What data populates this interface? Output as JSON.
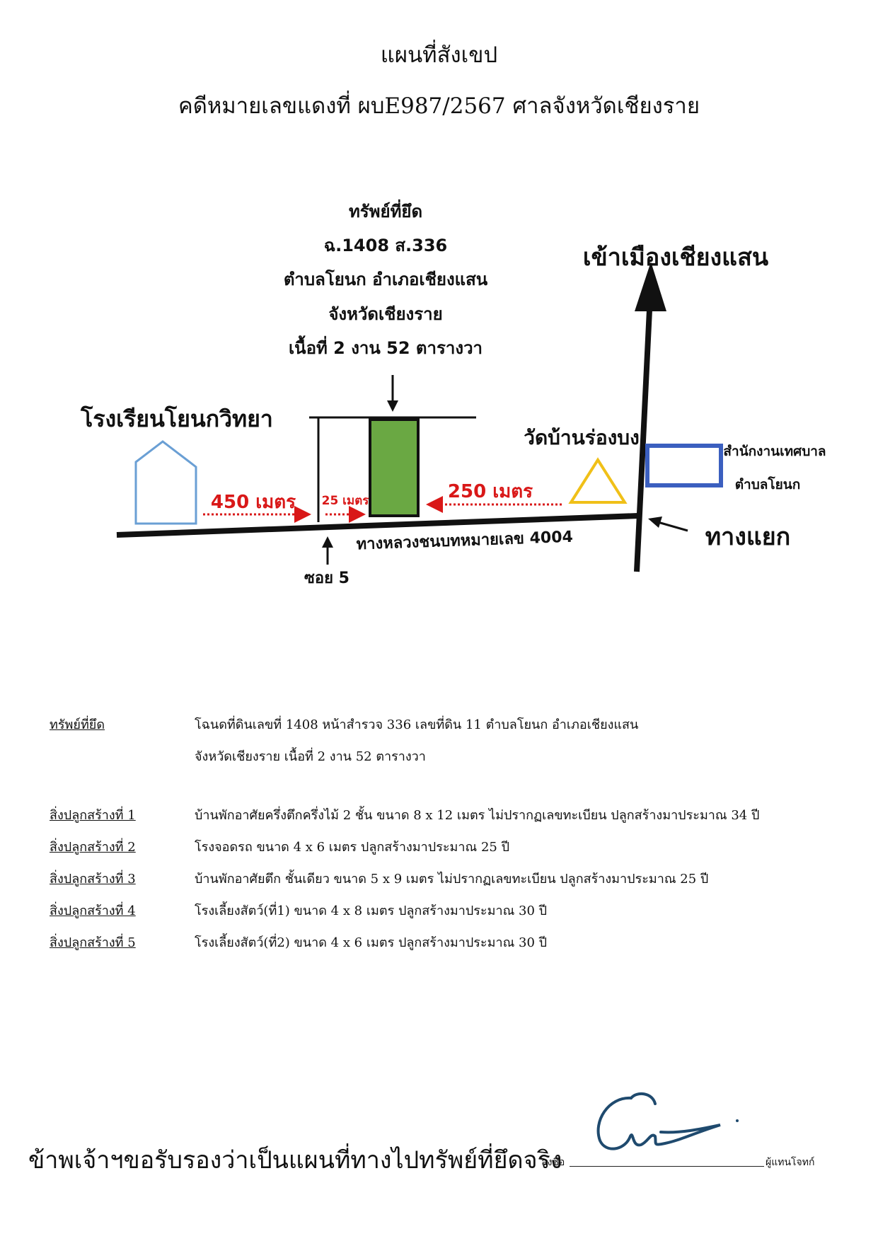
{
  "header": {
    "title": "แผนที่สังเขป",
    "case": "คดีหมายเลขแดงที่ ผบE987/2567  ศาลจังหวัดเชียงราย"
  },
  "map": {
    "seized_title": "ทรัพย์ที่ยึด",
    "seized_deed": "ฉ.1408    ส.336",
    "seized_location": "ตำบลโยนก  อำเภอเชียงแสน",
    "seized_province": "จังหวัดเชียงราย",
    "seized_area": "เนื้อที่  2 งาน 52 ตารางวา",
    "school": "โรงเรียนโยนกวิทยา",
    "temple": "วัดบ้านร่องบง",
    "to_town": "เข้าเมืองเชียงแสน",
    "office_line1": "สำนักงานเทศบาล",
    "office_line2": "ตำบลโยนก",
    "dist_450": "450 เมตร",
    "dist_25": "25 เมตร",
    "dist_250": "250 เมตร",
    "road": "ทางหลวงชนบทหมายเลข 4004",
    "junction": "ทางแยก",
    "soi": "ซอย 5",
    "colors": {
      "plot": "#6aa843",
      "school": "#6a9fd4",
      "temple": "#f0c018",
      "office": "#3b5fbf",
      "distance": "#d91818"
    }
  },
  "details": {
    "asset_label": "ทรัพย์ที่ยึด",
    "asset_line1": "โฉนดที่ดินเลขที่  1408  หน้าสำรวจ  336  เลขที่ดิน 11   ตำบลโยนก   อำเภอเชียงแสน",
    "asset_line2": "จังหวัดเชียงราย    เนื้อที่     2 งาน 52  ตารางวา",
    "buildings": [
      {
        "label": "สิ่งปลูกสร้างที่ 1",
        "desc": "บ้านพักอาศัยครึ่งตึกครึ่งไม้ 2 ชั้น   ขนาด  8 x 12  เมตร  ไม่ปรากฏเลขทะเบียน   ปลูกสร้างมาประมาณ 34  ปี"
      },
      {
        "label": "สิ่งปลูกสร้างที่ 2",
        "desc": "โรงจอดรถ   ขนาด  4 x 6  เมตร         ปลูกสร้างมาประมาณ 25  ปี"
      },
      {
        "label": "สิ่งปลูกสร้างที่ 3",
        "desc": "บ้านพักอาศัยตึก ชั้นเดียว   ขนาด  5 x 9  เมตร  ไม่ปรากฏเลขทะเบียน     ปลูกสร้างมาประมาณ 25  ปี"
      },
      {
        "label": "สิ่งปลูกสร้างที่ 4",
        "desc": "โรงเลี้ยงสัตว์(ที่1)   ขนาด  4 x 8  เมตร        ปลูกสร้างมาประมาณ 30  ปี"
      },
      {
        "label": "สิ่งปลูกสร้างที่ 5",
        "desc": "โรงเลี้ยงสัตว์(ที่2)   ขนาด  4 x 6  เมตร        ปลูกสร้างมาประมาณ 30  ปี"
      }
    ]
  },
  "footer": {
    "certify": "ข้าพเจ้าฯขอรับรองว่าเป็นแผนที่ทางไปทรัพย์ที่ยึดจริง",
    "sign_label": "ลงชื่อ",
    "sign_role": "ผู้แทนโจทก์"
  }
}
